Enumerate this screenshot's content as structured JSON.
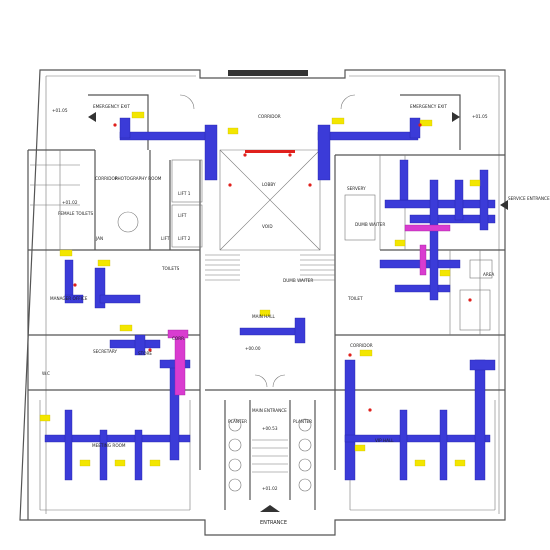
{
  "rooms": {
    "corridor_top": "CORRIDOR",
    "lobby": "LOBBY",
    "void": "VOID",
    "photography_room": "PHOTOGRAPHY ROOM",
    "female_toilets": "FEMALE TOILETS",
    "jan": "JAN",
    "lift1": "LIFT 1",
    "lift2": "LIFT 2",
    "lift3": "LIFT",
    "lift4": "LIFT",
    "manager_office": "MANAGER OFFICE",
    "toilets": "TOILETS",
    "corridor_left": "CORRIDOR",
    "main_hall": "MAIN HALL",
    "store": "STORE",
    "wc": "W.C",
    "secretary": "SECRETARY",
    "corr": "CORR.",
    "meeting_room": "MEETING ROOM",
    "planter_left": "PLANTER",
    "planter_right": "PLANTER",
    "main_entrance": "MAIN ENTRANCE",
    "entrance": "ENTRANCE",
    "dumb_waiter_center": "DUMB WAITER",
    "dumb_waiter_right": "DUMB WAITER",
    "servery": "SERVERY",
    "toilet_right": "TOILET",
    "corridor_right": "CORRIDOR",
    "vip_hall": "VIP HALL",
    "service_entrance": "SERVICE ENTRANCE",
    "emergency_exit_left": "EMERGENCY EXIT",
    "emergency_exit_right": "EMERGENCY EXIT",
    "area": "AREA"
  },
  "levels": {
    "top_left": "+01.05",
    "top_right": "+01.05",
    "left_mid": "+01.02",
    "center": "+00.00",
    "entrance": "+00.53",
    "bottom": "+01.02"
  }
}
